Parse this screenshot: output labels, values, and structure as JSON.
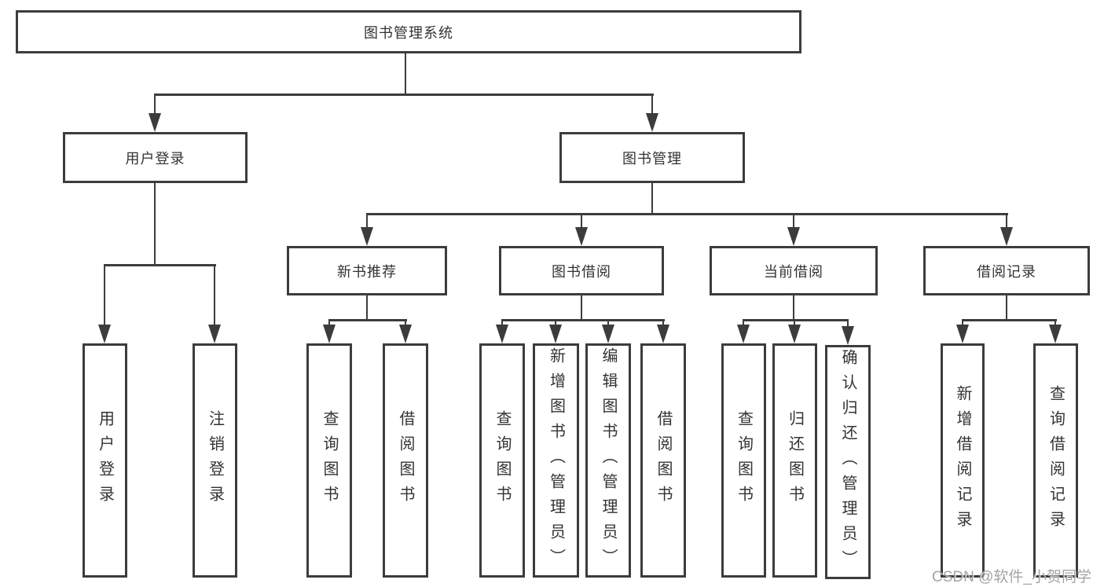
{
  "diagram_title": "图书管理系统",
  "nodes": {
    "root": {
      "label": "图书管理系统"
    },
    "l2": [
      {
        "label": "用户登录"
      },
      {
        "label": "图书管理"
      }
    ],
    "l3": [
      {
        "label": "新书推荐"
      },
      {
        "label": "图书借阅"
      },
      {
        "label": "当前借阅"
      },
      {
        "label": "借阅记录"
      }
    ],
    "leaves": [
      {
        "label": "用户登录"
      },
      {
        "label": "注销登录"
      },
      {
        "label": "查询图书"
      },
      {
        "label": "借阅图书"
      },
      {
        "label": "查询图书"
      },
      {
        "label": "新增图书（管理员）"
      },
      {
        "label": "编辑图书（管理员）"
      },
      {
        "label": "借阅图书"
      },
      {
        "label": "查询图书"
      },
      {
        "label": "归还图书"
      },
      {
        "label": "确认归还（管理员）"
      },
      {
        "label": "新增借阅记录"
      },
      {
        "label": "查询借阅记录"
      }
    ]
  },
  "edges": [
    {
      "from": "图书管理系统",
      "to": "用户登录"
    },
    {
      "from": "图书管理系统",
      "to": "图书管理"
    },
    {
      "from": "用户登录",
      "to": "用户登录"
    },
    {
      "from": "用户登录",
      "to": "注销登录"
    },
    {
      "from": "图书管理",
      "to": "新书推荐"
    },
    {
      "from": "图书管理",
      "to": "图书借阅"
    },
    {
      "from": "图书管理",
      "to": "当前借阅"
    },
    {
      "from": "图书管理",
      "to": "借阅记录"
    },
    {
      "from": "新书推荐",
      "to": "查询图书"
    },
    {
      "from": "新书推荐",
      "to": "借阅图书"
    },
    {
      "from": "图书借阅",
      "to": "查询图书"
    },
    {
      "from": "图书借阅",
      "to": "新增图书（管理员）"
    },
    {
      "from": "图书借阅",
      "to": "编辑图书（管理员）"
    },
    {
      "from": "图书借阅",
      "to": "借阅图书"
    },
    {
      "from": "当前借阅",
      "to": "查询图书"
    },
    {
      "from": "当前借阅",
      "to": "归还图书"
    },
    {
      "from": "当前借阅",
      "to": "确认归还（管理员）"
    },
    {
      "from": "借阅记录",
      "to": "新增借阅记录"
    },
    {
      "from": "借阅记录",
      "to": "查询借阅记录"
    }
  ],
  "watermark": {
    "text": "CSDN @软件_小贺同学"
  },
  "colors": {
    "line": "#3c3c3c",
    "text": "#333333",
    "background": "#ffffff",
    "watermark": "#9b9b9b"
  }
}
